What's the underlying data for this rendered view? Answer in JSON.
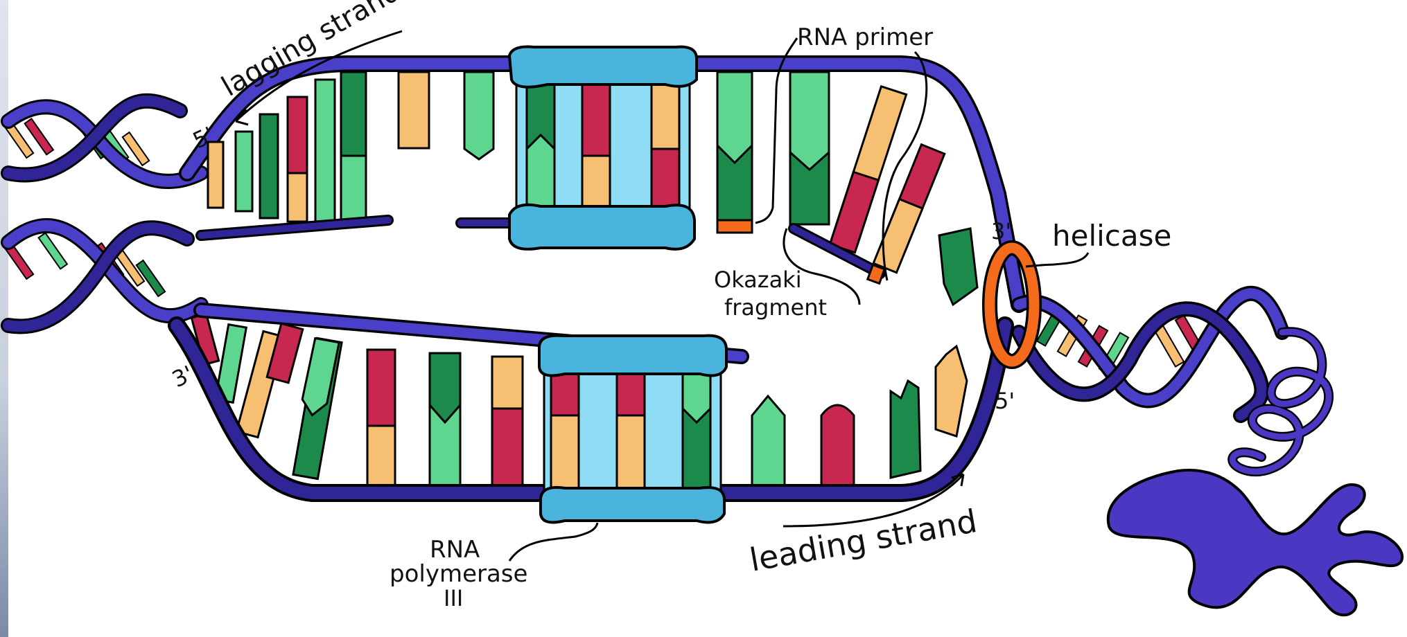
{
  "labels": {
    "lagging_strand": "lagging strand",
    "rna_primer": "RNA primer",
    "helicase": "helicase",
    "okazaki_line1": "Okazaki",
    "okazaki_line2": "fragment",
    "rna_pol_line1": "RNA",
    "rna_pol_line2": "polymerase",
    "rna_pol_line3": "III",
    "leading_strand": "leading strand",
    "five_prime_top": "5'",
    "three_prime_left": "3'",
    "three_prime_right": "3'",
    "five_prime_right": "5'"
  },
  "colors": {
    "strand": "#4a3fc9",
    "strand_dark": "#2f2596",
    "base_red": "#c8274f",
    "base_orange": "#f7bf72",
    "base_green_dark": "#1b8a4b",
    "base_green_light": "#5fd690",
    "polymerase": "#4ab4dc",
    "polymerase_inner": "#8fdcf5",
    "helicase": "#f46c1b",
    "chromosome": "#4a38c2"
  }
}
